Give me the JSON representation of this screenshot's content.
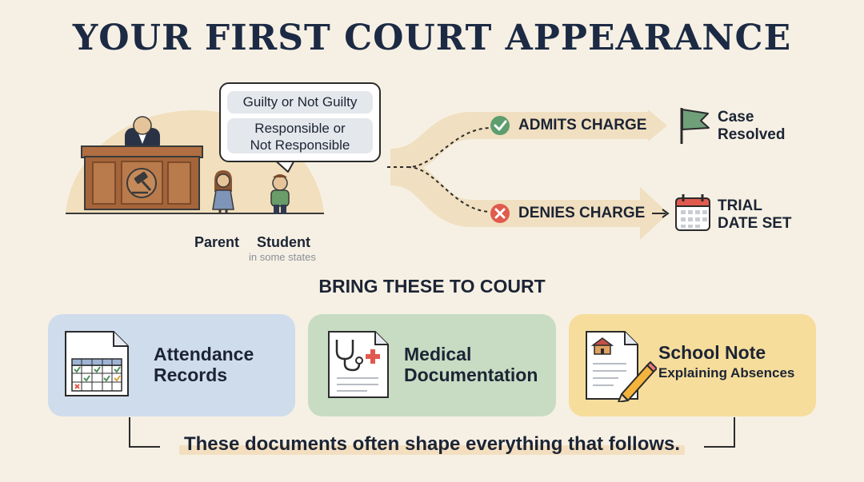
{
  "title": "YOUR FIRST COURT APPEARANCE",
  "bubble": {
    "option1": "Guilty or Not Guilty",
    "option2_line1": "Responsible or",
    "option2_line2": "Not Responsible"
  },
  "people": {
    "parent": "Parent",
    "student": "Student",
    "student_note": "in some states"
  },
  "branches": {
    "admits": "ADMITS CHARGE",
    "denies": "DENIES CHARGE",
    "outcome_admits_line1": "Case",
    "outcome_admits_line2": "Resolved",
    "outcome_denies_line1": "TRIAL",
    "outcome_denies_line2": "DATE SET"
  },
  "bring": {
    "title": "BRING THESE TO COURT",
    "cards": [
      {
        "line1": "Attendance",
        "line2": "Records",
        "color": "#cfdcec"
      },
      {
        "line1": "Medical",
        "line2": "Documentation",
        "color": "#c7dcc3"
      },
      {
        "line1": "School Note",
        "line2": "Explaining Absences",
        "color": "#f6dd9c"
      }
    ]
  },
  "footer": "These documents often shape everything that follows.",
  "icons": [
    "gavel-icon",
    "flag-icon",
    "calendar-icon",
    "check-icon",
    "x-icon",
    "stethoscope-icon",
    "school-icon",
    "pencil-icon"
  ],
  "colors": {
    "title": "#1c2a44",
    "background": "#f6f0e4",
    "arrow": "#f0dfc0",
    "check": "#5e9e6e",
    "cross": "#e15a4e",
    "bench": "#a5653a"
  }
}
